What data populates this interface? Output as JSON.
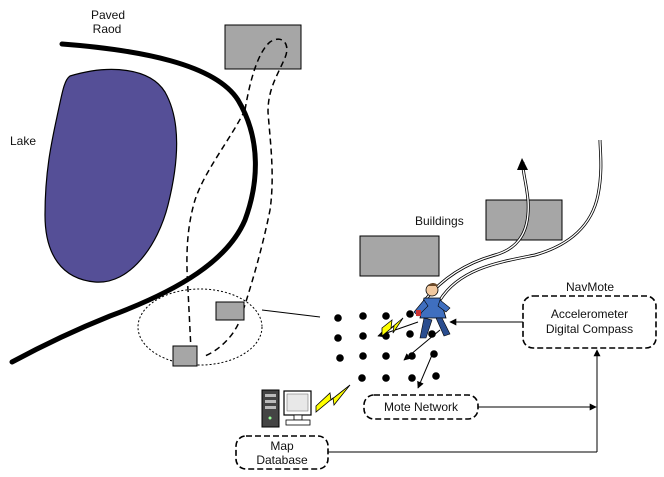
{
  "labels": {
    "paved_road_line1": "Paved",
    "paved_road_line2": "Raod",
    "lake": "Lake",
    "buildings": "Buildings",
    "navmote_title": "NavMote",
    "navmote_line1": "Accelerometer",
    "navmote_line2": "Digital Compass",
    "mote_network": "Mote Network",
    "map_database_line1": "Map",
    "map_database_line2": "Database"
  },
  "colors": {
    "lake": "#554f97",
    "building_fill": "#a6a6a6",
    "lightning": "#ffff00",
    "road": "#000000"
  },
  "icons": [
    "server-icon",
    "monitor-icon",
    "person-icon",
    "lightning-icon",
    "sensor-mote-icon"
  ]
}
